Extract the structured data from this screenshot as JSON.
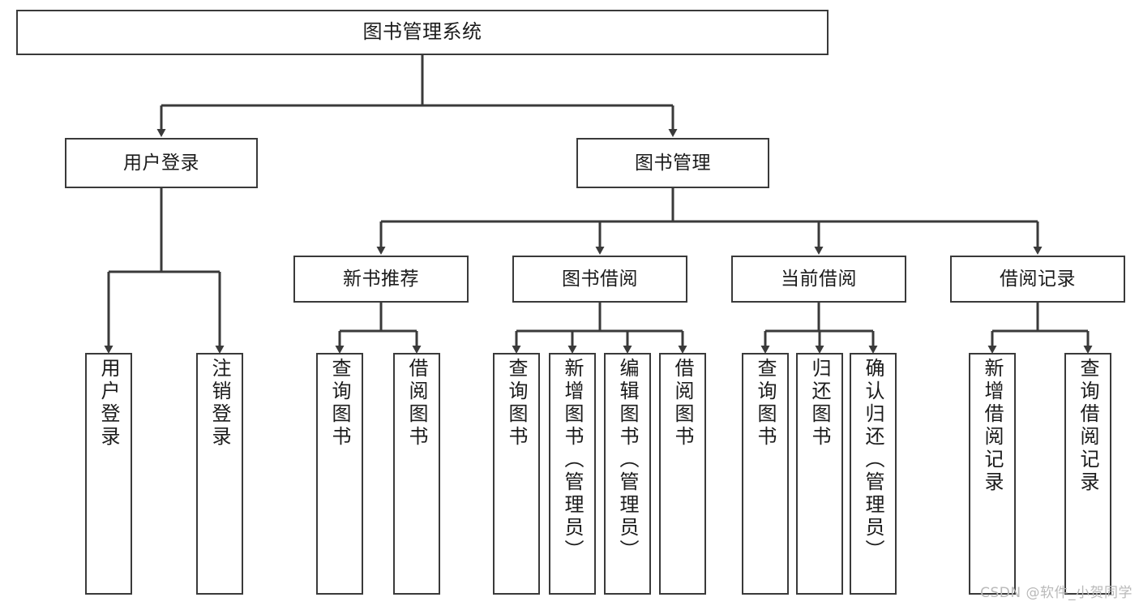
{
  "diagram": {
    "title": "图书管理系统",
    "type": "tree-hierarchy",
    "watermark": "CSDN @软件_小贺同学",
    "colors": {
      "box_border": "#3a3a3a",
      "box_fill": "#ffffff",
      "edge": "#3a3a3a",
      "text": "#1b1b1b",
      "watermark": "#b9b9b9",
      "background": "#ffffff"
    }
  },
  "nodes": {
    "root": {
      "label": "图书管理系统"
    },
    "level2": [
      {
        "id": "user-login",
        "label": "用户登录"
      },
      {
        "id": "book-manage",
        "label": "图书管理"
      }
    ],
    "level3": [
      {
        "id": "new-book-recommend",
        "label": "新书推荐"
      },
      {
        "id": "book-borrow",
        "label": "图书借阅"
      },
      {
        "id": "current-borrow",
        "label": "当前借阅"
      },
      {
        "id": "borrow-record",
        "label": "借阅记录"
      }
    ],
    "leaves_user_login": [
      {
        "id": "leaf-user-login",
        "label": "用户登录"
      },
      {
        "id": "leaf-user-logout",
        "label": "注销登录"
      }
    ],
    "leaves_new_book_recommend": [
      {
        "id": "leaf-query-book-1",
        "label": "查询图书"
      },
      {
        "id": "leaf-borrow-book-1",
        "label": "借阅图书"
      }
    ],
    "leaves_book_borrow": [
      {
        "id": "leaf-query-book-2",
        "label": "查询图书"
      },
      {
        "id": "leaf-add-book",
        "label": "新增图书（管理员）"
      },
      {
        "id": "leaf-edit-book",
        "label": "编辑图书（管理员）"
      },
      {
        "id": "leaf-borrow-book-2",
        "label": "借阅图书"
      }
    ],
    "leaves_current_borrow": [
      {
        "id": "leaf-query-book-3",
        "label": "查询图书"
      },
      {
        "id": "leaf-return-book",
        "label": "归还图书"
      },
      {
        "id": "leaf-confirm-return",
        "label": "确认归还（管理员）"
      }
    ],
    "leaves_borrow_record": [
      {
        "id": "leaf-add-record",
        "label": "新增借阅记录"
      },
      {
        "id": "leaf-query-record",
        "label": "查询借阅记录"
      }
    ]
  }
}
